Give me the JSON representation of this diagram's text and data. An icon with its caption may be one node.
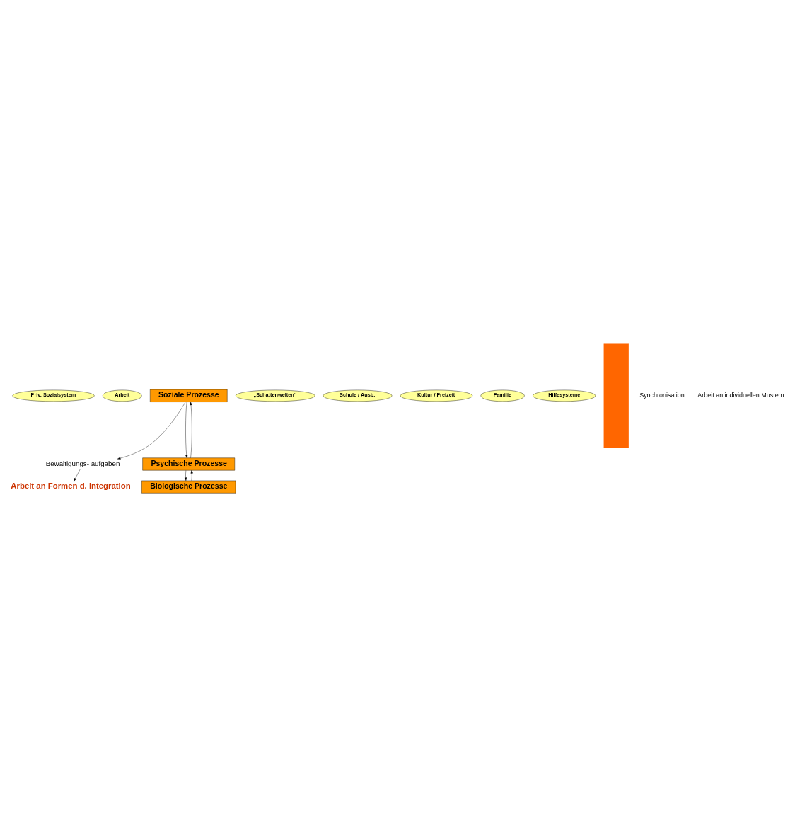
{
  "diagram": {
    "nodes": [
      {
        "text": [
          "Priv. Sozialsystem"
        ]
      },
      {
        "text": [
          "Arbeit"
        ]
      },
      {
        "text": [
          "Arbeit an Formen d. Integration"
        ]
      },
      {
        "text": [
          "„Schattenwelten“"
        ]
      },
      {
        "text": [
          "Schule / Ausb."
        ]
      },
      {
        "text": [
          "Kultur / Freizeit"
        ]
      },
      {
        "text": [
          "Familie"
        ]
      },
      {
        "text": [
          "Hilfesysteme"
        ]
      },
      {
        "text": [
          "Bewältigungs- aufgaben"
        ]
      },
      {
        "text": [],
        "shape": "bar"
      },
      {
        "text": [
          "Soziale Prozesse"
        ]
      },
      {
        "text": [
          "Psychische Prozesse"
        ]
      },
      {
        "text": [
          "Biologische Prozesse"
        ]
      }
    ],
    "edges": [
      {
        "from": 8,
        "to": 2,
        "arrow": "to"
      },
      {
        "from": 10,
        "to": 8,
        "arrow": "to"
      },
      {
        "from": 10,
        "to": 11,
        "arrow": "to"
      },
      {
        "from": 11,
        "to": 10,
        "arrow": "to"
      },
      {
        "from": 11,
        "to": 12,
        "arrow": "to"
      },
      {
        "from": 12,
        "to": 11,
        "arrow": "to"
      }
    ],
    "labels": [
      "Synchronisation",
      "Arbeit an individuellen Mustern"
    ]
  }
}
